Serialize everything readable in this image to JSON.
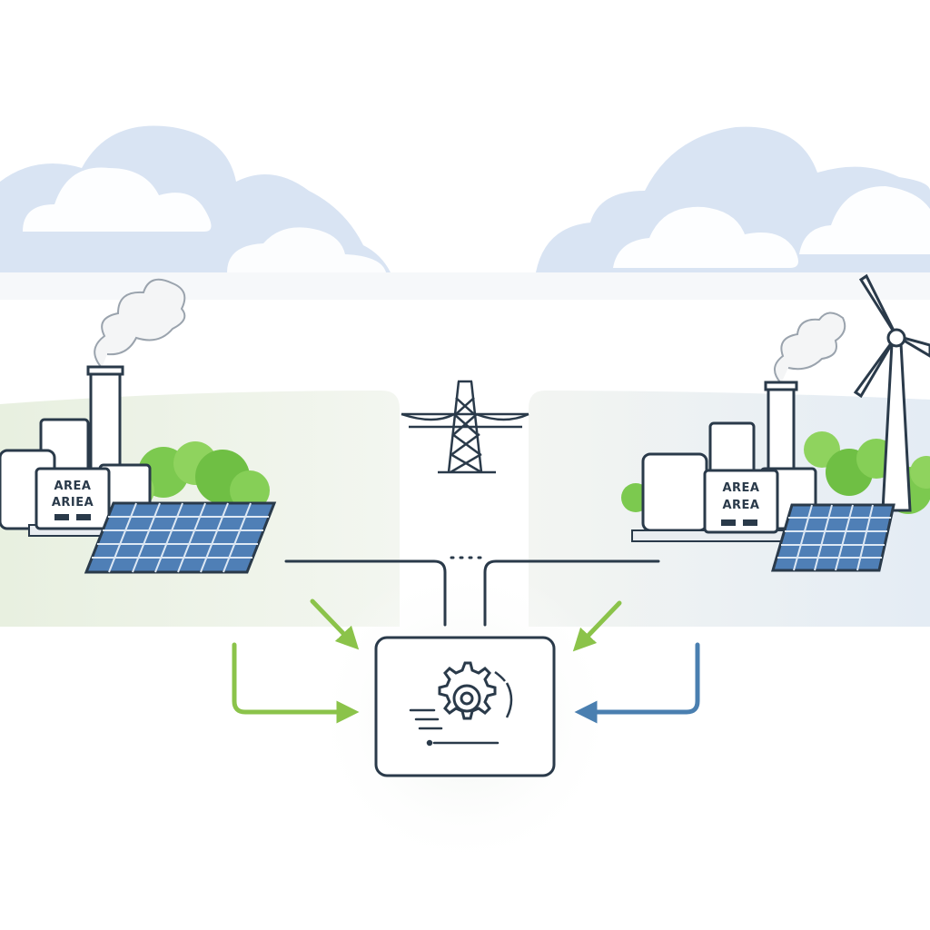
{
  "diagram": {
    "left_site": {
      "sign_line_1": "AREA",
      "sign_line_2": "ARIEA"
    },
    "right_site": {
      "sign_line_1": "AREA",
      "sign_line_2": "AREA"
    }
  },
  "colors": {
    "outline": "#2a3a4a",
    "green_arrow": "#8bc34a",
    "blue_arrow": "#4a7fb0",
    "solar_panel": "#4f7fb6",
    "foliage": "#7cc94f",
    "cloud": "#d6e3f3",
    "ground_tint": "#eef3ea"
  },
  "icons": [
    "cloud-icon",
    "factory-icon",
    "smokestack-icon",
    "solar-panel-icon",
    "wind-turbine-icon",
    "transmission-tower-icon",
    "gear-icon",
    "arrow-icon"
  ]
}
